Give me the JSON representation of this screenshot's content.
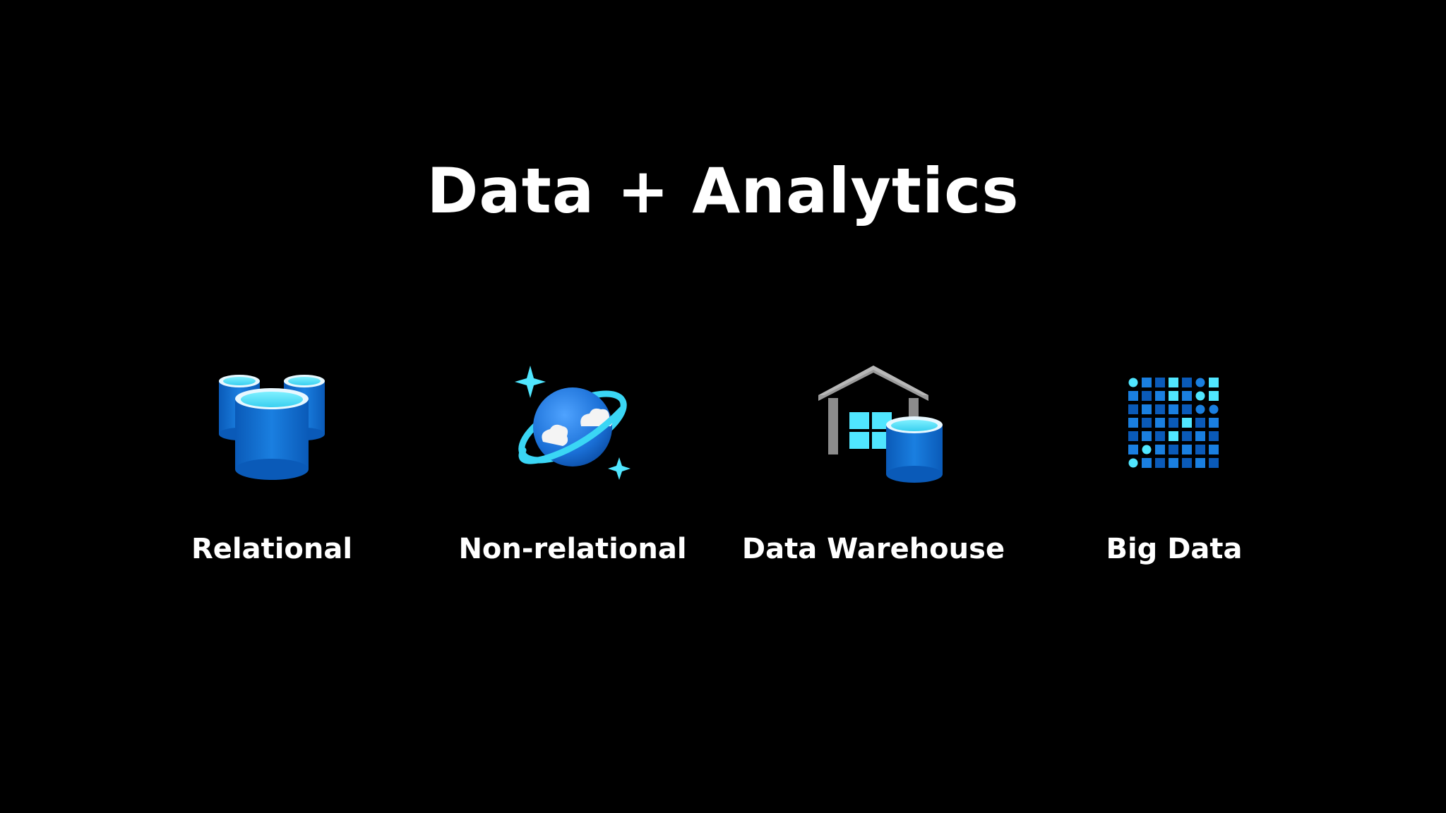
{
  "slide": {
    "title": "Data + Analytics"
  },
  "items": [
    {
      "label": "Relational",
      "icon": "relational-database-icon"
    },
    {
      "label": "Non-relational",
      "icon": "cosmos-db-planet-icon"
    },
    {
      "label": "Data Warehouse",
      "icon": "data-warehouse-icon"
    },
    {
      "label": "Big Data",
      "icon": "big-data-grid-icon"
    }
  ],
  "colors": {
    "background": "#000000",
    "text": "#ffffff",
    "azure_blue": "#0a6ccf",
    "azure_cyan": "#50e6ff",
    "warehouse_gray": "#a0a0a0"
  }
}
